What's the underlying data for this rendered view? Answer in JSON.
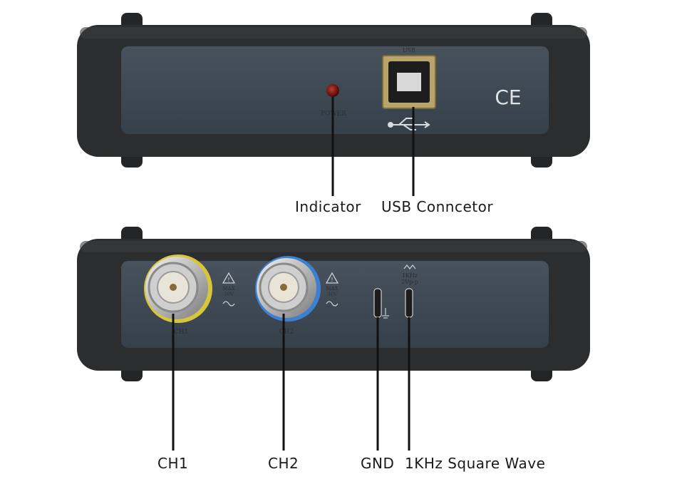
{
  "device_top": {
    "power_text": "POWER",
    "usb_text": "USB",
    "ce_mark": "CE"
  },
  "device_bottom": {
    "ch1_text": "CH1",
    "ch2_text": "CH2",
    "max_text": "MAX",
    "volt_text": "30V",
    "freq_text": "1KHz",
    "amp_text": "2Vp-p"
  },
  "callouts": {
    "indicator": "Indicator",
    "usb_connector": "USB Conncetor",
    "ch1": "CH1",
    "ch2": "CH2",
    "gnd": "GND",
    "square_wave": "1KHz Square Wave"
  },
  "colors": {
    "housing": "#2b2d2e",
    "panel": "#3f4a55",
    "ch1_ring": "#d8c53a",
    "ch2_ring": "#3d7fd1",
    "led": "#7a1010"
  }
}
